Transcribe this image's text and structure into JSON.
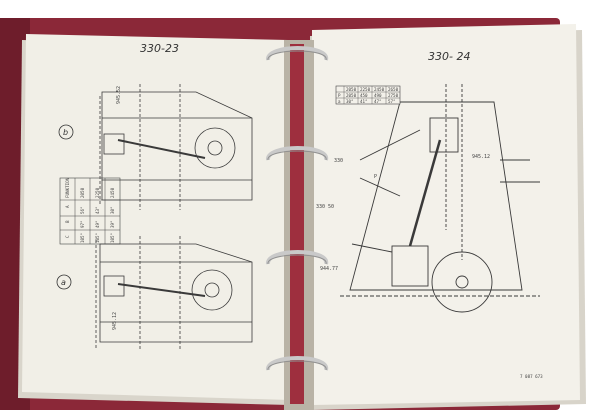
{
  "left_page": {
    "page_number": "330-23",
    "view_b_label": "b",
    "view_a_label": "a",
    "callouts": [
      "945.52",
      "945.12"
    ],
    "table_rows": [
      [
        "FUNKTION",
        "A",
        "B",
        "C"
      ],
      [
        "2050",
        "56°",
        "97°",
        "105°"
      ],
      [
        "2250",
        "43°",
        "49°",
        "105°"
      ],
      [
        "2450",
        "30°",
        "39°",
        "105°"
      ]
    ]
  },
  "right_page": {
    "page_number": "330- 24",
    "callouts": [
      "330",
      "330 50",
      "945.12",
      "944.77"
    ],
    "label_p": "P",
    "table_header": [
      "",
      "2050",
      "2250",
      "2450",
      "2650"
    ],
    "table_rows": [
      [
        "P",
        "2050",
        "450",
        "490",
        "2750"
      ],
      [
        "a",
        "30°",
        "41°",
        "47°",
        "57°"
      ]
    ],
    "footer_code": "7 087 673"
  },
  "colors": {
    "binder": "#8b2838",
    "paper": "#f1efe7",
    "ring": "#c9c9c9",
    "drawing_line": "#3a3a3a"
  }
}
